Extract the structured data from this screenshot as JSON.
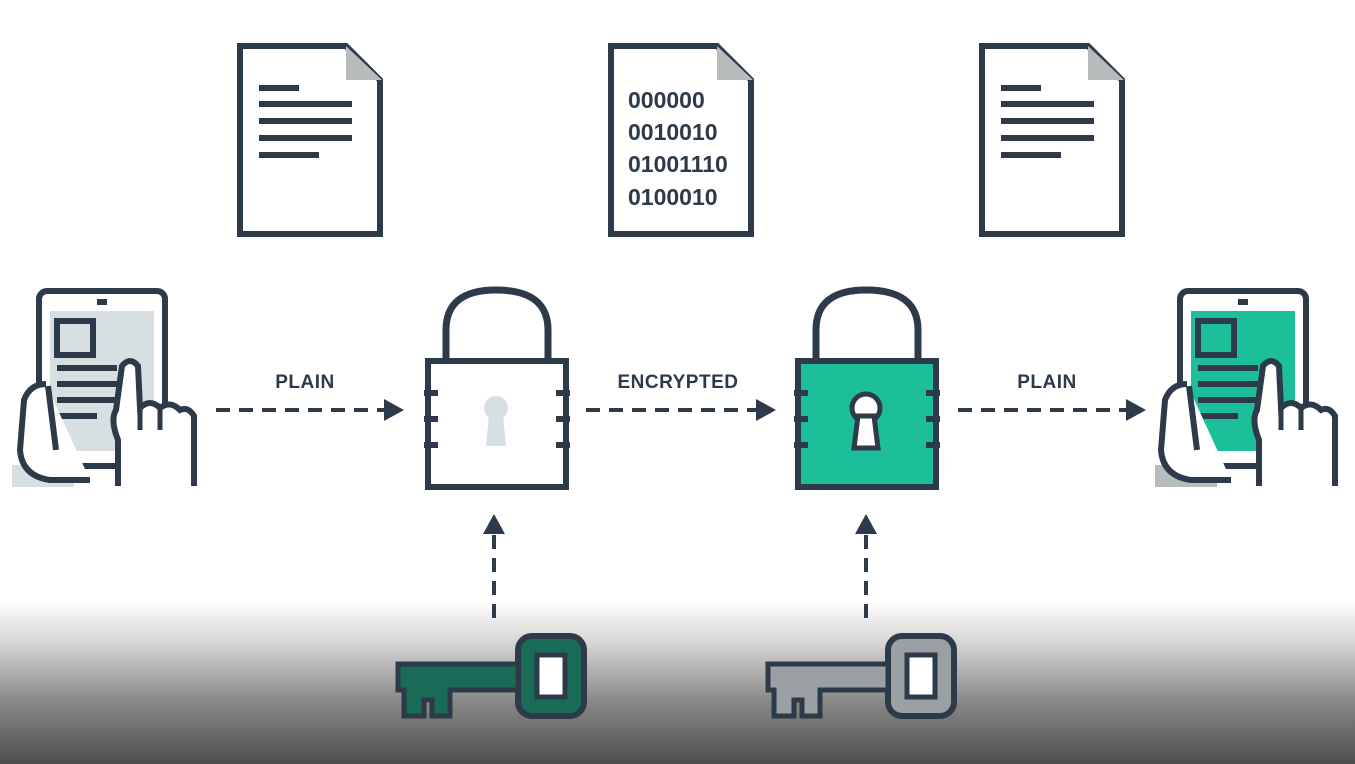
{
  "colors": {
    "ink": "#2d3a4a",
    "teal": "#1dbf9a",
    "dark_teal": "#1a6b57",
    "light_gray": "#d7dfe2",
    "mid_gray": "#b5bcbb",
    "key_gray": "#9aa0a3"
  },
  "labels": {
    "plain_left": "PLAIN",
    "encrypted": "ENCRYPTED",
    "plain_right": "PLAIN"
  },
  "cipher_doc": {
    "lines": [
      "000000",
      "0010010",
      "01001110",
      "0100010"
    ]
  },
  "icons": {
    "sender_device": "tablet-hand-icon",
    "open_lock": "padlock-icon",
    "encrypted_lock": "padlock-icon",
    "receiver_device": "tablet-hand-icon",
    "encrypt_key": "key-icon",
    "decrypt_key": "key-icon",
    "plain_doc": "document-icon"
  }
}
